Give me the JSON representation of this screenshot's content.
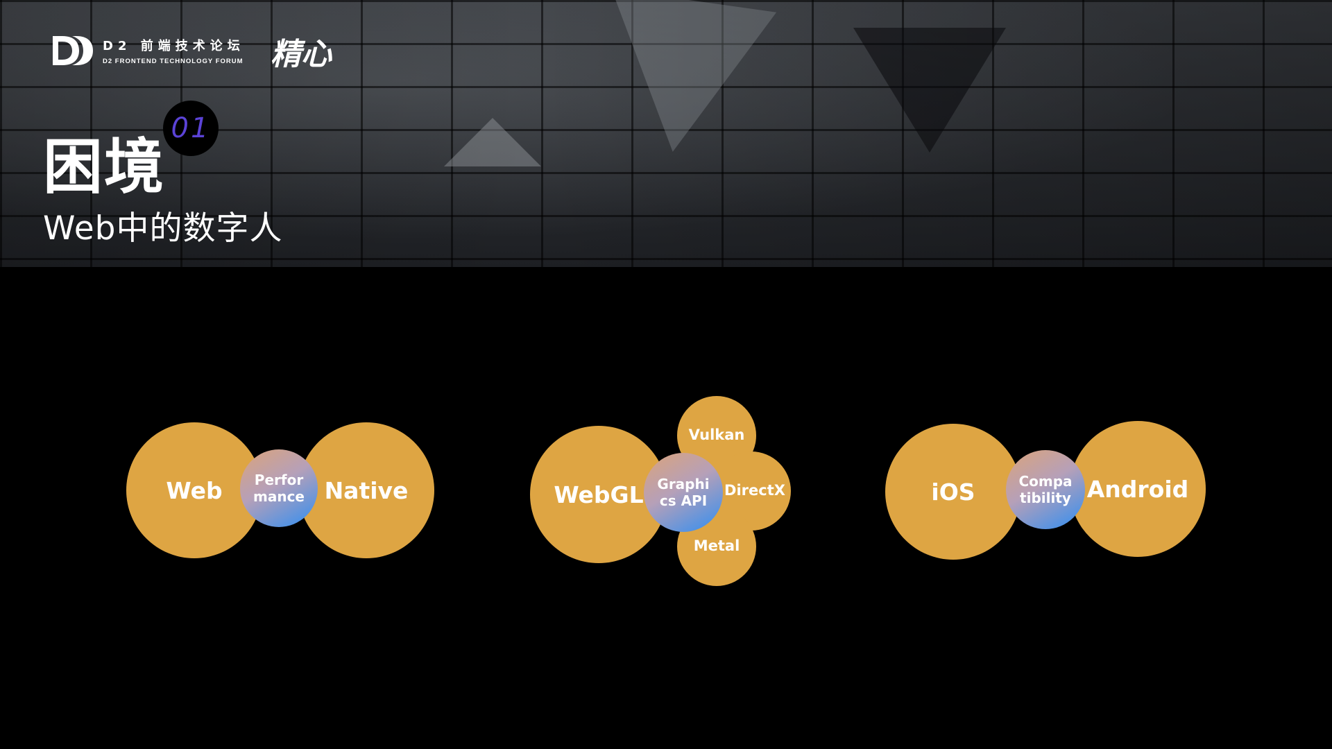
{
  "header": {
    "logo_zh": "D2 前端技术论坛",
    "logo_en": "D2 FRONTEND TECHNOLOGY FORUM",
    "logo_tag": "精心",
    "section_number": "01",
    "title": "困境",
    "subtitle": "Web中的数字人"
  },
  "diagrams": [
    {
      "left": "Web",
      "center": [
        "Perfor",
        "mance"
      ],
      "right": "Native"
    },
    {
      "left": "WebGL",
      "center": [
        "Graphi",
        "cs API"
      ],
      "top": "Vulkan",
      "right": "DirectX",
      "bottom": "Metal"
    },
    {
      "left": "iOS",
      "center": [
        "Compa",
        "tibility"
      ],
      "right": "Android"
    }
  ],
  "colors": {
    "orange": "#dea543",
    "gradient_start": "#dba37a",
    "gradient_end": "#2f8ef2",
    "section_number": "#5b43d6",
    "background": "#000000"
  }
}
